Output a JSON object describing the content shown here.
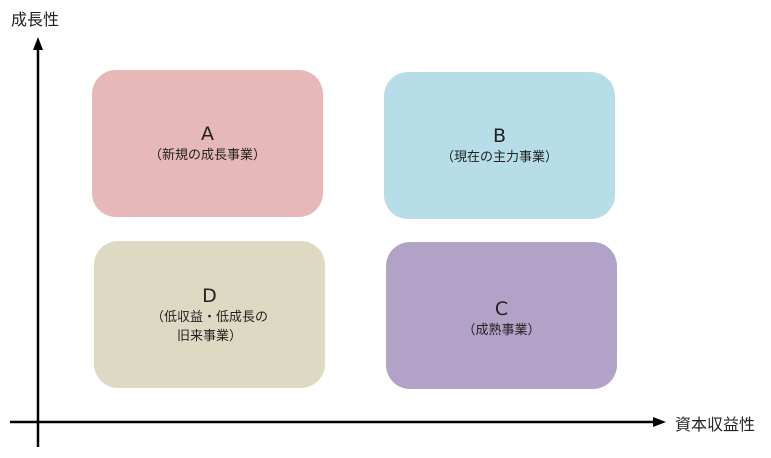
{
  "axes": {
    "y_label": "成長性",
    "x_label": "資本収益性"
  },
  "quadrants": [
    {
      "letter": "A",
      "desc": "（新規の成長事業）",
      "color": "#e6b8b7"
    },
    {
      "letter": "B",
      "desc": "（現在の主力事業）",
      "color": "#b7dde8"
    },
    {
      "letter": "C",
      "desc": "（成熟事業）",
      "color": "#b2a2c7"
    },
    {
      "letter": "D",
      "desc": "（低収益・低成長の\n旧来事業）",
      "color": "#ddd9c3"
    }
  ]
}
